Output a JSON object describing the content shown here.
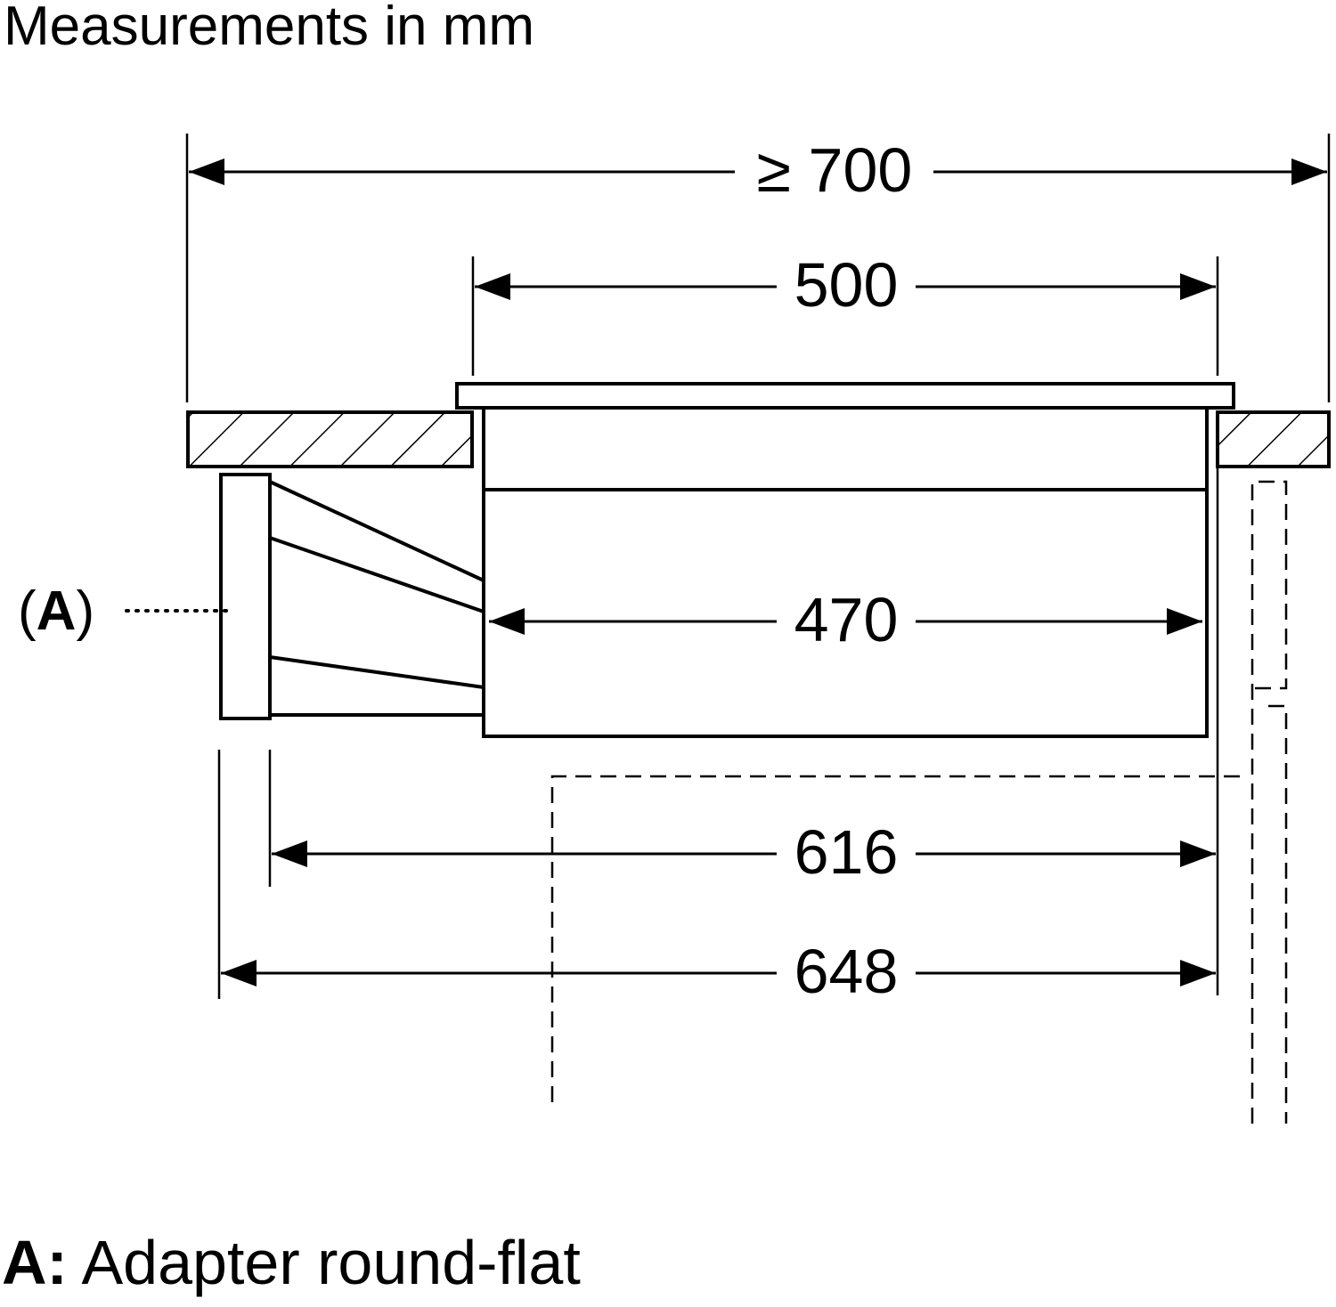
{
  "title": "Measurements in mm",
  "dimensions": {
    "overall_min_width": "≥ 700",
    "hob_top_width": "500",
    "housing_width": "470",
    "depth_with_adapter_body": "616",
    "depth_with_adapter_flange": "648"
  },
  "callout": {
    "open": "(",
    "letter": "A",
    "close": ")"
  },
  "legend": {
    "key": "A:",
    "text": "Adapter round-flat"
  },
  "colors": {
    "ink": "#000000",
    "background": "#ffffff"
  }
}
